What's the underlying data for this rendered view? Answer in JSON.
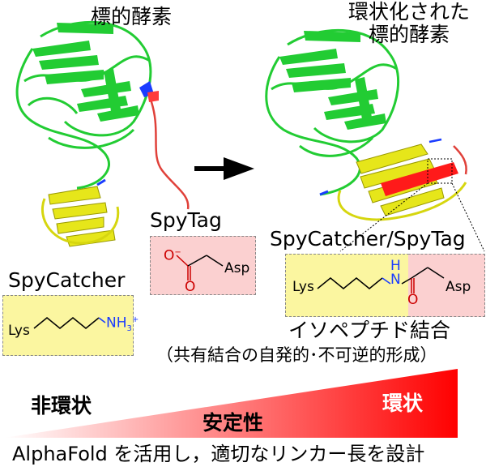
{
  "labels": {
    "target_enzyme": "標的酵素",
    "cyclized_line1": "環状化された",
    "cyclized_line2": "標的酵素",
    "spytag": "SpyTag",
    "spycatcher": "SpyCatcher",
    "complex": "SpyCatcher/SpyTag",
    "isopeptide": "イソペプチド結合",
    "isopeptide_note": "（共有結合の自発的･不可逆的形成）",
    "non_cyclic": "非環状",
    "stability": "安定性",
    "cyclic": "環状",
    "bottom_caption": "AlphaFold を活用し，適切なリンカー長を設計"
  },
  "chem": {
    "lys": "Lys",
    "asp": "Asp",
    "nh3": "NH",
    "nh3_sub": "3",
    "nh3_sup": "+",
    "o_minus": "O",
    "o_sup": "−",
    "o": "O",
    "n": "N",
    "h": "H"
  },
  "colors": {
    "enzyme": "#22cc33",
    "spycatcher": "#e6e61a",
    "spytag": "#e0413a",
    "gradient_start": "#ffffff",
    "gradient_end": "#ff0000"
  }
}
